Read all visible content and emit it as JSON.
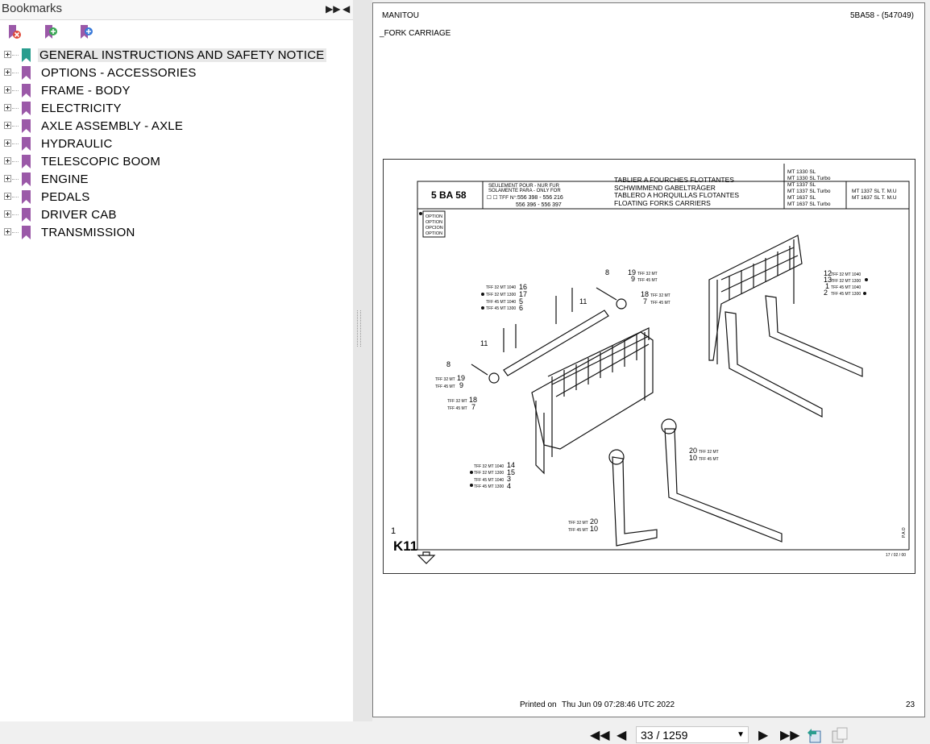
{
  "bookmarks": {
    "title": "Bookmarks",
    "items": [
      {
        "label": "GENERAL INSTRUCTIONS AND SAFETY NOTICE",
        "selected": true
      },
      {
        "label": "OPTIONS - ACCESSORIES"
      },
      {
        "label": "FRAME - BODY"
      },
      {
        "label": "ELECTRICITY"
      },
      {
        "label": "AXLE ASSEMBLY - AXLE"
      },
      {
        "label": "HYDRAULIC"
      },
      {
        "label": "TELESCOPIC BOOM"
      },
      {
        "label": "ENGINE"
      },
      {
        "label": "PEDALS"
      },
      {
        "label": "DRIVER CAB"
      },
      {
        "label": "TRANSMISSION"
      }
    ]
  },
  "document": {
    "header_left": "MANITOU",
    "header_right": "5BA58 - (547049)",
    "section": "FORK CARRIAGE",
    "drawing": {
      "code": "5 BA 58",
      "only_for_lines": [
        "SEULEMENT POUR - NUR FUR",
        "SOLAMENTE PARA - ONLY FOR"
      ],
      "tff_label": "☐ ☐ TFF N°:",
      "tff_nos": [
        "556 398 - 556 216",
        "556 396 - 556 397"
      ],
      "titles": [
        "TABLIER A FOURCHES FLOTTANTES",
        "SCHWIMMEND GABELTRÄGER",
        "TABLERO A HORQUILLAS FLOTANTES",
        "FLOATING FORKS CARRIERS"
      ],
      "models_left": [
        "MT 1330 SL",
        "MT 1330 SL Turbo",
        "MT 1337 SL",
        "MT 1337 SL Turbo",
        "MT 1637 SL",
        "MT 1637 SL Turbo"
      ],
      "models_right": [
        "MT 1337 SL T. M.U",
        "MT 1637 SL T. M.U"
      ],
      "option_lines": [
        "OPTION",
        "OPTION",
        "OPCION",
        "OPTION"
      ],
      "page_no": "1",
      "sheet": "K11",
      "date": "17 / 02 / 00",
      "side_mark": "P.A.O",
      "callouts_a": [
        {
          "text": "TFF 32 MT 1040",
          "num": "16"
        },
        {
          "text": "TFF 32 MT 1300",
          "num": "17"
        },
        {
          "text": "TFF 45 MT 1040",
          "num": "5"
        },
        {
          "text": "TFF 45 MT 1300",
          "num": "6"
        }
      ],
      "callouts_b": [
        {
          "text": "TFF 32 MT 1040",
          "num": "14"
        },
        {
          "text": "TFF 32 MT 1300",
          "num": "15"
        },
        {
          "text": "TFF 45 MT 1040",
          "num": "3"
        },
        {
          "text": "TFF 45 MT 1300",
          "num": "4"
        }
      ],
      "callouts_c": [
        {
          "text": "TFF 32 MT 1040",
          "num": "12"
        },
        {
          "text": "TFF 32 MT 1300",
          "num": "13"
        },
        {
          "text": "TFF 45 MT 1040",
          "num": "1"
        },
        {
          "text": "TFF 45 MT 1300",
          "num": "2"
        }
      ],
      "pin_top": {
        "n": "8",
        "a": "19",
        "a_t": "TFF 32 MT",
        "b": "9",
        "b_t": "TFF 45 MT"
      },
      "ring_top": {
        "a": "18",
        "a_t": "TFF 32 MT",
        "b": "7",
        "b_t": "TFF 45 MT"
      },
      "pin_left": {
        "n": "8",
        "a": "19",
        "a_t": "TFF 32 MT",
        "b": "9",
        "b_t": "TFF 45 MT"
      },
      "ring_left": {
        "a": "18",
        "a_t": "TFF 32 MT",
        "b": "7",
        "b_t": "TFF 45 MT"
      },
      "clip_label": "11",
      "fork_mid": {
        "a": "20",
        "a_t": "TFF 32 MT",
        "b": "10",
        "b_t": "TFF 45 MT"
      },
      "fork_low": {
        "a": "20",
        "a_t": "TFF 32 MT",
        "b": "10",
        "b_t": "TFF 45 MT"
      }
    },
    "printed_label": "Printed on",
    "printed_date": "Thu Jun 09 07:28:46 UTC 2022",
    "page_number": "23"
  },
  "toolbar": {
    "page_display": "33 / 1259"
  },
  "colors": {
    "bookmark_flag": "#9b59a8",
    "bookmark_flag_selected": "#2a9d8f"
  }
}
